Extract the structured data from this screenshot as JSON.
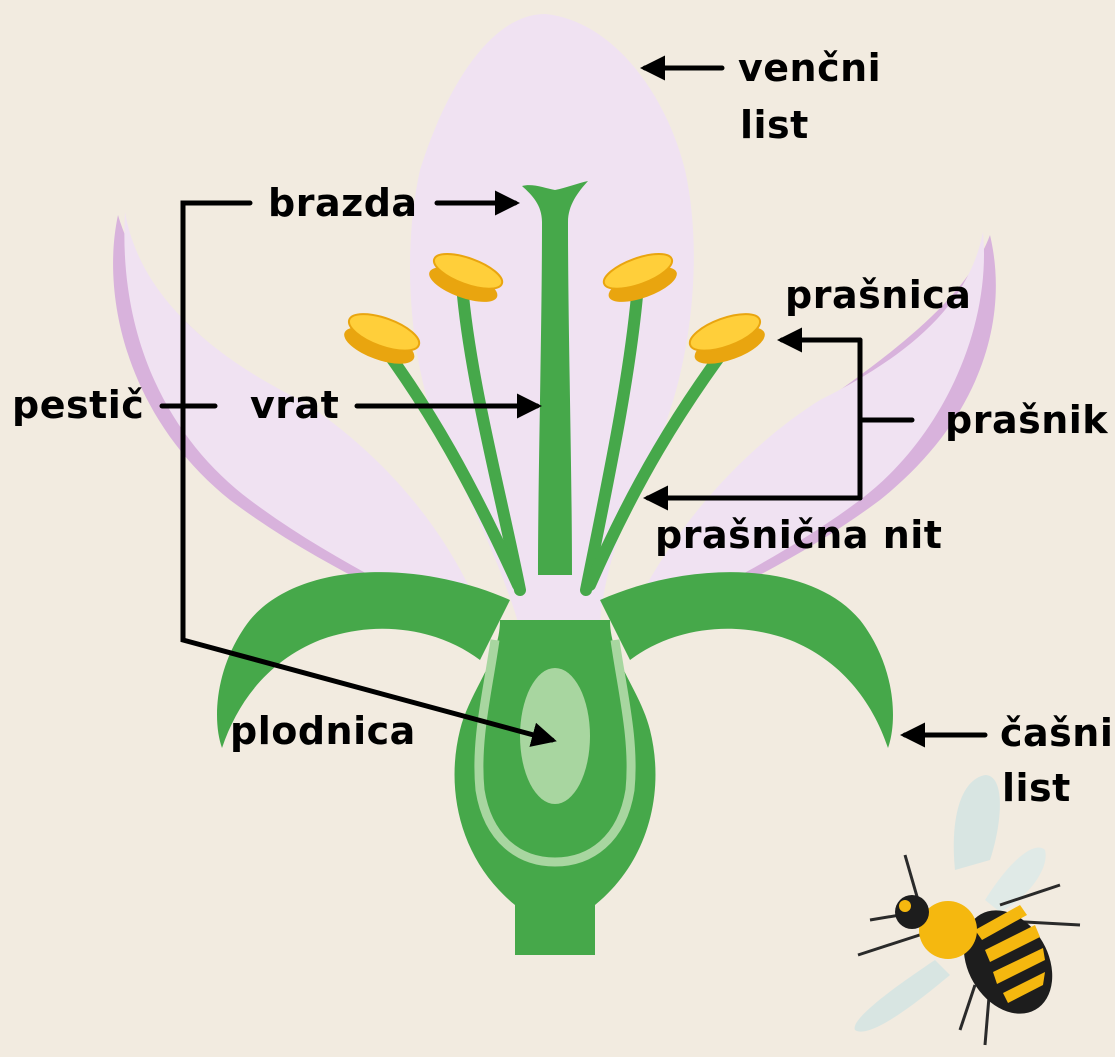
{
  "labels": {
    "petal": [
      "venčni",
      "list"
    ],
    "stigma": "brazda",
    "anther": "prašnica",
    "pistil": "pestič",
    "style": "vrat",
    "stamen": "prašnik",
    "filament": "prašnična nit",
    "ovary": "plodnica",
    "sepal": [
      "čašni",
      "list"
    ]
  },
  "colors": {
    "background": "#f2ebe0",
    "petal_light": "#f0e2f2",
    "petal_mid": "#e6cdea",
    "petal_dark": "#d8b2dc",
    "stem_green": "#46a84a",
    "ovary_light": "#a8d6a0",
    "anther_yellow": "#f7bd18",
    "arrow": "#000000"
  }
}
